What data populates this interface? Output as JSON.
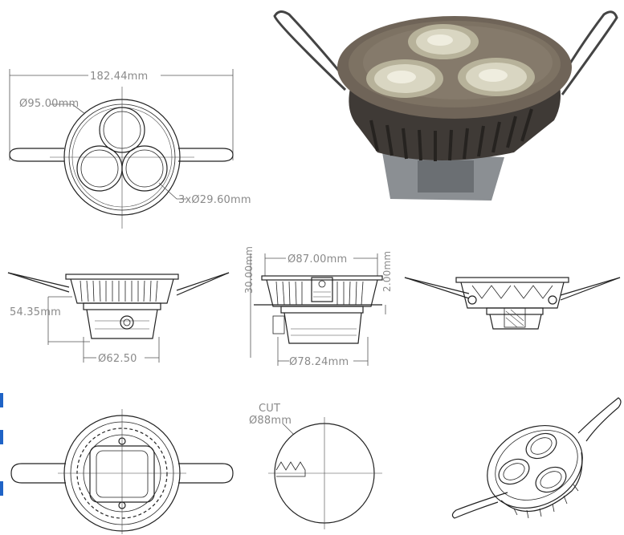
{
  "dimensions": {
    "overall_width": "182.44mm",
    "body_diameter": "Ø95.00mm",
    "lens_diameter": "3xØ29.60mm",
    "height": "54.35mm",
    "bottom_diameter": "Ø62.50",
    "top_diameter": "Ø87.00mm",
    "top_height": "30.00mm",
    "flange_thickness": "2.00mm",
    "base_diameter": "Ø78.24mm",
    "cut_label": "CUT",
    "cut_diameter": "Ø88mm"
  },
  "colors": {
    "photo_housing_dark": "#3f3a36",
    "photo_ring": "#6f6458",
    "photo_base": "#8b8f93",
    "line": "#222222",
    "dim_text": "#8a8a8a",
    "accent_blue": "#1f63c6"
  }
}
